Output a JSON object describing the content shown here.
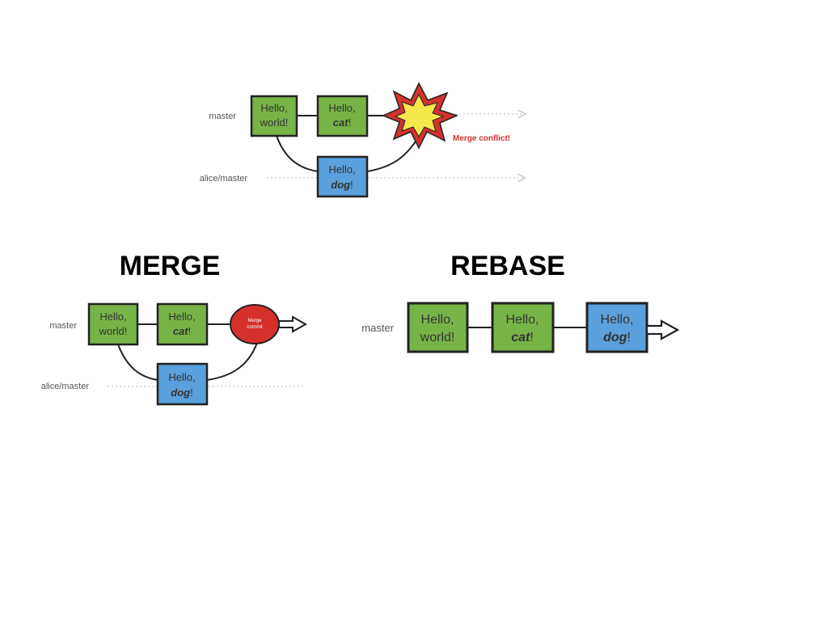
{
  "top": {
    "branch_master": "master",
    "branch_alice": "alice/master",
    "commits": [
      {
        "line1": "Hello,",
        "line2": "world!",
        "bold": "",
        "rest": "",
        "color": "#77b447"
      },
      {
        "line1": "Hello,",
        "line2": "",
        "bold": "cat",
        "rest": "!",
        "color": "#77b447"
      },
      {
        "line1": "Hello,",
        "line2": "",
        "bold": "dog",
        "rest": "!",
        "color": "#5aa0dc"
      }
    ],
    "conflict_label": "Merge conflict!",
    "conflict_color": "#d2322d",
    "star_outer_color": "#d2322d",
    "star_inner_color": "#f6e84c"
  },
  "merge": {
    "heading": "MERGE",
    "branch_master": "master",
    "branch_alice": "alice/master",
    "commits": [
      {
        "line1": "Hello,",
        "line2": "world!",
        "bold": "",
        "rest": "",
        "color": "#77b447"
      },
      {
        "line1": "Hello,",
        "line2": "",
        "bold": "cat",
        "rest": "!",
        "color": "#77b447"
      },
      {
        "line1": "Hello,",
        "line2": "",
        "bold": "dog",
        "rest": "!",
        "color": "#5aa0dc"
      }
    ],
    "merge_commit_line1": "Merge",
    "merge_commit_line2": "commit",
    "merge_commit_color": "#d6302b"
  },
  "rebase": {
    "heading": "REBASE",
    "branch_master": "master",
    "commits": [
      {
        "line1": "Hello,",
        "line2": "world!",
        "bold": "",
        "rest": "",
        "color": "#77b447"
      },
      {
        "line1": "Hello,",
        "line2": "",
        "bold": "cat",
        "rest": "!",
        "color": "#77b447"
      },
      {
        "line1": "Hello,",
        "line2": "",
        "bold": "dog",
        "rest": "!",
        "color": "#5aa0dc"
      }
    ]
  }
}
